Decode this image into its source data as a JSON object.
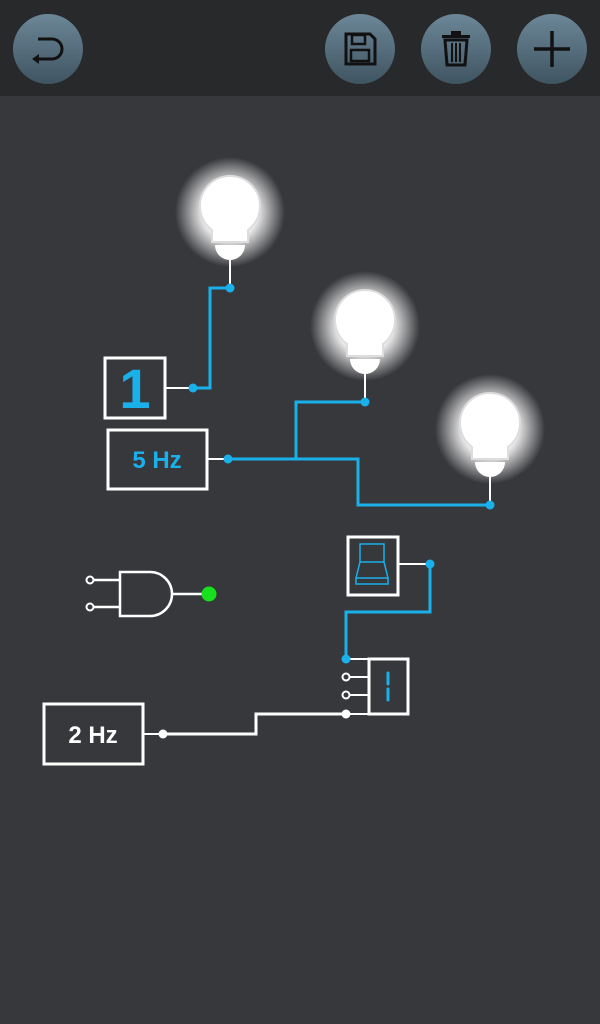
{
  "toolbar": {
    "back": "back-icon",
    "save": "save-icon",
    "delete": "trash-icon",
    "add": "plus-icon"
  },
  "circuit": {
    "counter_value": "1",
    "clock_fast_label": "5 Hz",
    "clock_slow_label": "2 Hz",
    "segment_display_value": "1",
    "colors": {
      "active_wire": "#1ab0ea",
      "inactive_wire": "#ffffff",
      "gate_output_on": "#18e01c",
      "background": "#37383c"
    }
  }
}
